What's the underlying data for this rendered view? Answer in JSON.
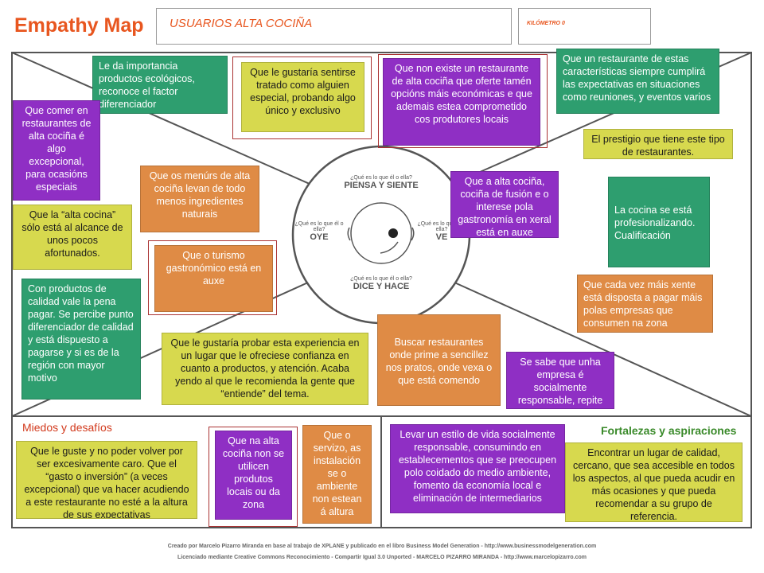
{
  "header": {
    "title": "Empathy Map",
    "segment": "USUARIOS ALTA COCIÑA",
    "stage": "KILÓMETRO 0"
  },
  "center": {
    "think_q": "¿Qué es lo que él o ella?",
    "think": "PIENSA Y SIENTE",
    "hear_q": "¿Qué es lo que él o ella?",
    "hear": "OYE",
    "see_q": "¿Qué es lo que él o ella?",
    "see": "VE",
    "say_q": "¿Qué es lo que él o ella?",
    "say": "DICE Y HACE"
  },
  "notes": {
    "eco": "Le da importancia productos ecológicos, reconoce el factor diferenciador",
    "treated": "Que le gustaría sentirse  tratado como alguien especial, probando algo único y exclusivo",
    "no_exist": "Que non existe un restaurante de alta cociña que oferte tamén opcións máis económicas e que ademais estea comprometido cos produtores locais",
    "expect": "Que un restaurante de estas características siempre cumplirá las expectativas en situaciones como reuniones, y eventos varios",
    "special_occ": "Que comer en restaurantes de alta cociña é algo excepcional, para ocasións especiais",
    "prestige": "El prestigio que tiene este tipo de restaurantes.",
    "menus": "Que os menúrs de alta cociña levan de todo menos ingredientes naturais",
    "fusion": "Que a alta cociña, cociña de fusión e o interese pola gastronomía en xeral está en auxe",
    "few": "Que la “alta cocina” sólo está al alcance de unos pocos afortunados.",
    "profes": "La cocina se está profesionalizando. Cualificación",
    "tourism": "Que o turismo gastronómico está en auxe",
    "pay_more": "Que cada vez máis xente está disposta a pagar máis polas empresas que consumen na zona",
    "quality": "Con productos de calidad vale la pena pagar. Se percibe punto diferenciador de calidad y está dispuesto a pagarse y si es de la región con mayor motivo",
    "search": "Buscar restaurantes onde prime a sencillez nos pratos, onde vexa o que está comendo",
    "try_exp": "Que le gustaría probar esta experiencia en un lugar  que le ofreciese confianza en cuanto a productos, y atención. Acaba yendo al que le recomienda la gente que “entiende” del tema.",
    "responsible": "Se sabe que unha empresa é socialmente responsable, repite"
  },
  "fears": {
    "title": "Miedos y desafíos",
    "f1": "Que le guste y no poder volver por ser excesivamente caro. Que el “gasto o inversión” (a veces excepcional) que  va hacer acudiendo a este restaurante no esté a la altura de sus expectativas",
    "f2": "Que na alta cociña non se utilicen produtos locais ou da zona",
    "f3": "Que o servizo, as instalación se o ambiente non estean á altura"
  },
  "strengths": {
    "title": "Fortalezas y aspiraciones",
    "s1": "Levar un estilo de vida socialmente responsable, consumindo en establecementos que se preocupen polo coidado do medio ambiente, fomento da economía local e eliminación de intermediarios",
    "s2": "Encontrar un lugar de calidad, cercano, que sea accesible en todos los aspectos, al que pueda acudir en más ocasiones y que pueda recomendar a su grupo de referencia."
  },
  "footer": {
    "line1": "Creado por Marcelo Pizarro Miranda en base al trabajo de XPLANE y publicado en el libro Business Model Generation - http://www.businessmodelgeneration.com",
    "line2": "Licenciado mediante Creative Commons Reconocimiento - Compartir Igual 3.0 Unported - MARCELO PIZARRO MIRANDA - http://www.marcelopizarro.com"
  },
  "colors": {
    "green": "#2e9e6f",
    "purple": "#8f2fc4",
    "yellow": "#d7d94e",
    "orange": "#df8b45",
    "title_orange": "#e8561f"
  }
}
